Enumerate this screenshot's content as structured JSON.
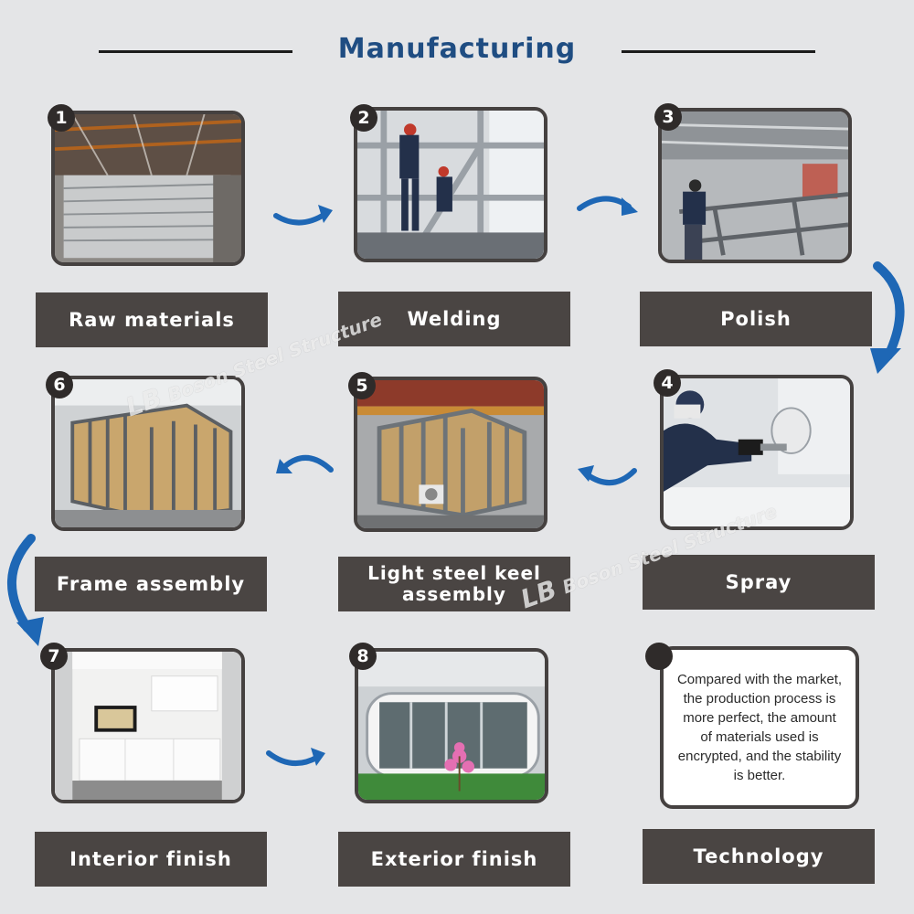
{
  "header": {
    "title": "Manufacturing"
  },
  "steps": [
    {
      "number": "1",
      "label": "Raw materials"
    },
    {
      "number": "2",
      "label": "Welding"
    },
    {
      "number": "3",
      "label": "Polish"
    },
    {
      "number": "4",
      "label": "Spray"
    },
    {
      "number": "5",
      "label_line1": "Light steel keel",
      "label_line2": "assembly"
    },
    {
      "number": "6",
      "label": "Frame assembly"
    },
    {
      "number": "7",
      "label": "Interior finish"
    },
    {
      "number": "8",
      "label": "Exterior finish"
    }
  ],
  "technology": {
    "label": "Technology",
    "description": "Compared with the market, the production process is more perfect, the amount of materials used is encrypted, and the stability is better."
  },
  "watermark": {
    "text": "Boson Steel Structure",
    "logo": "LB"
  },
  "colors": {
    "title": "#1f4d82",
    "label_bg": "#4a4543",
    "arrow": "#1e67b5",
    "background": "#e4e5e7"
  }
}
